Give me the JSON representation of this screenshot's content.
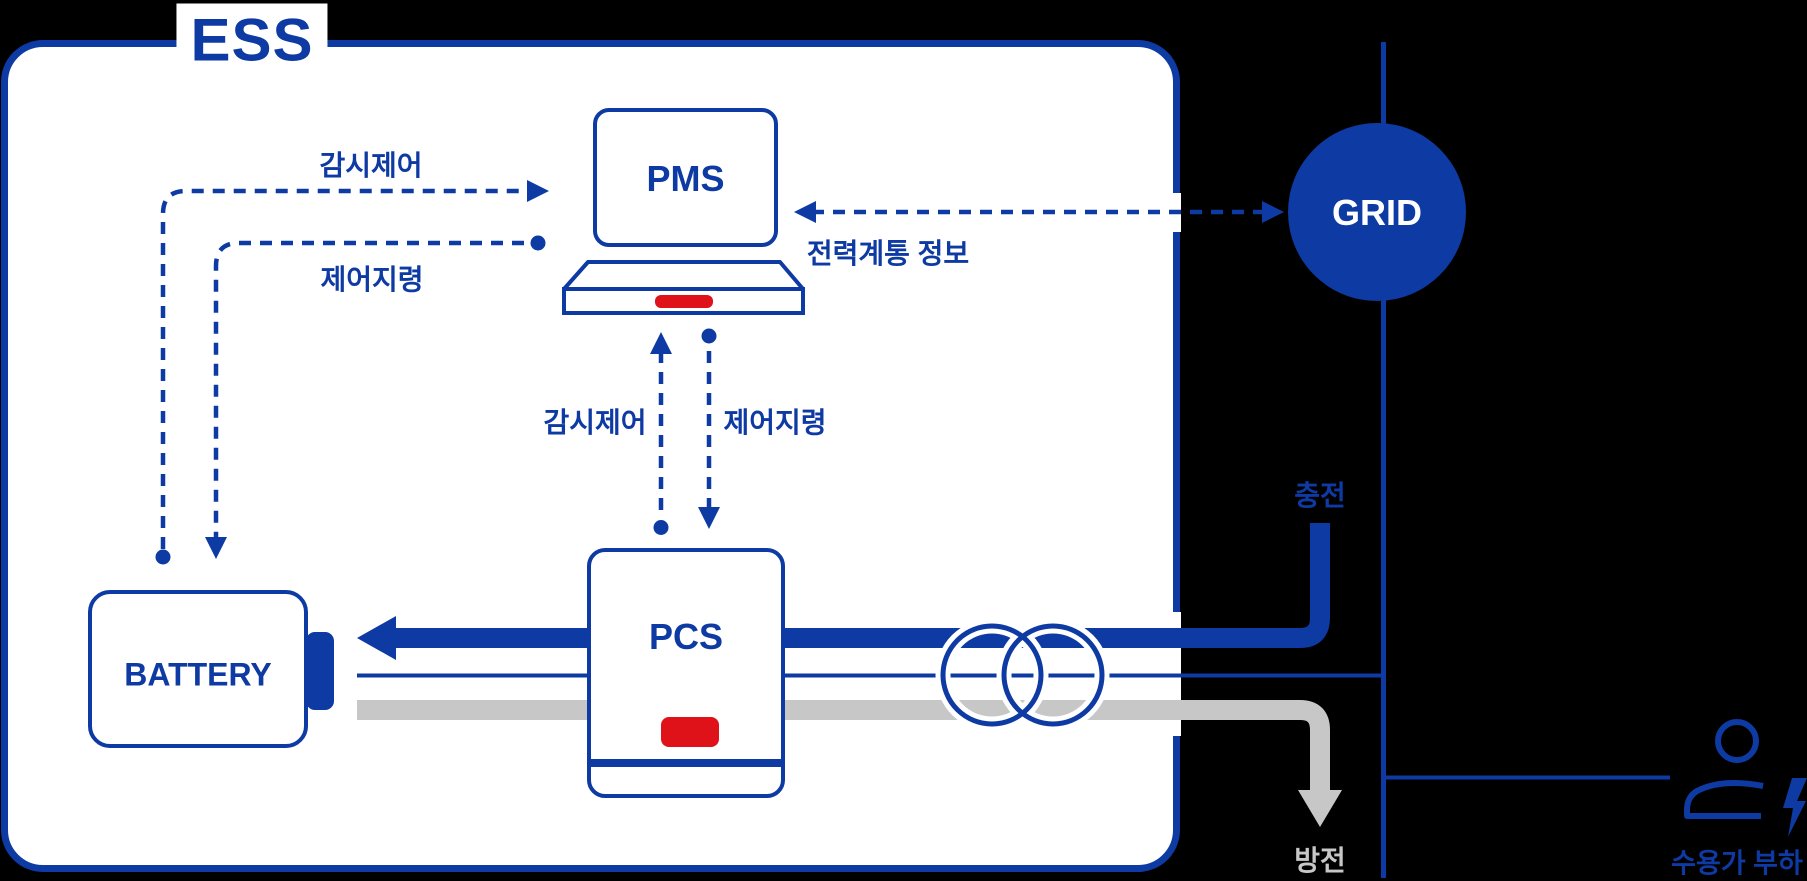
{
  "diagram": {
    "title": "ESS",
    "nodes": {
      "pms": "PMS",
      "pcs": "PCS",
      "battery": "BATTERY",
      "grid": "GRID"
    },
    "labels": {
      "monitor_battery": "감시제어",
      "command_battery": "제어지령",
      "monitor_pcs": "감시제어",
      "command_pcs": "제어지령",
      "grid_info": "전력계통 정보",
      "charge": "충전",
      "discharge": "방전",
      "consumer_load": "수용가 부하"
    },
    "icons": {
      "pms_device": "laptop-icon",
      "transformer": "transformer-icon",
      "consumer": "person-icon",
      "lightning": "lightning-icon",
      "grid_node": "grid-circle-icon",
      "battery_terminal": "battery-terminal-icon"
    },
    "colors": {
      "blue": "#0e3aa3",
      "red": "#df1119",
      "gray": "#c7c7c7",
      "white": "#ffffff",
      "background": "#000000"
    }
  }
}
